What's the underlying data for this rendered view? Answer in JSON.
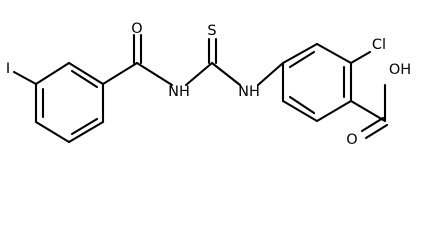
{
  "molecule": {
    "atoms": {
      "iodine": "I",
      "amide_oxygen": "O",
      "amide_nitrogen": "NH",
      "thio_sulfur": "S",
      "thiourea_nitrogen": "NH",
      "chlorine": "Cl",
      "hydroxyl": "OH",
      "acid_oxygen": "O"
    }
  }
}
